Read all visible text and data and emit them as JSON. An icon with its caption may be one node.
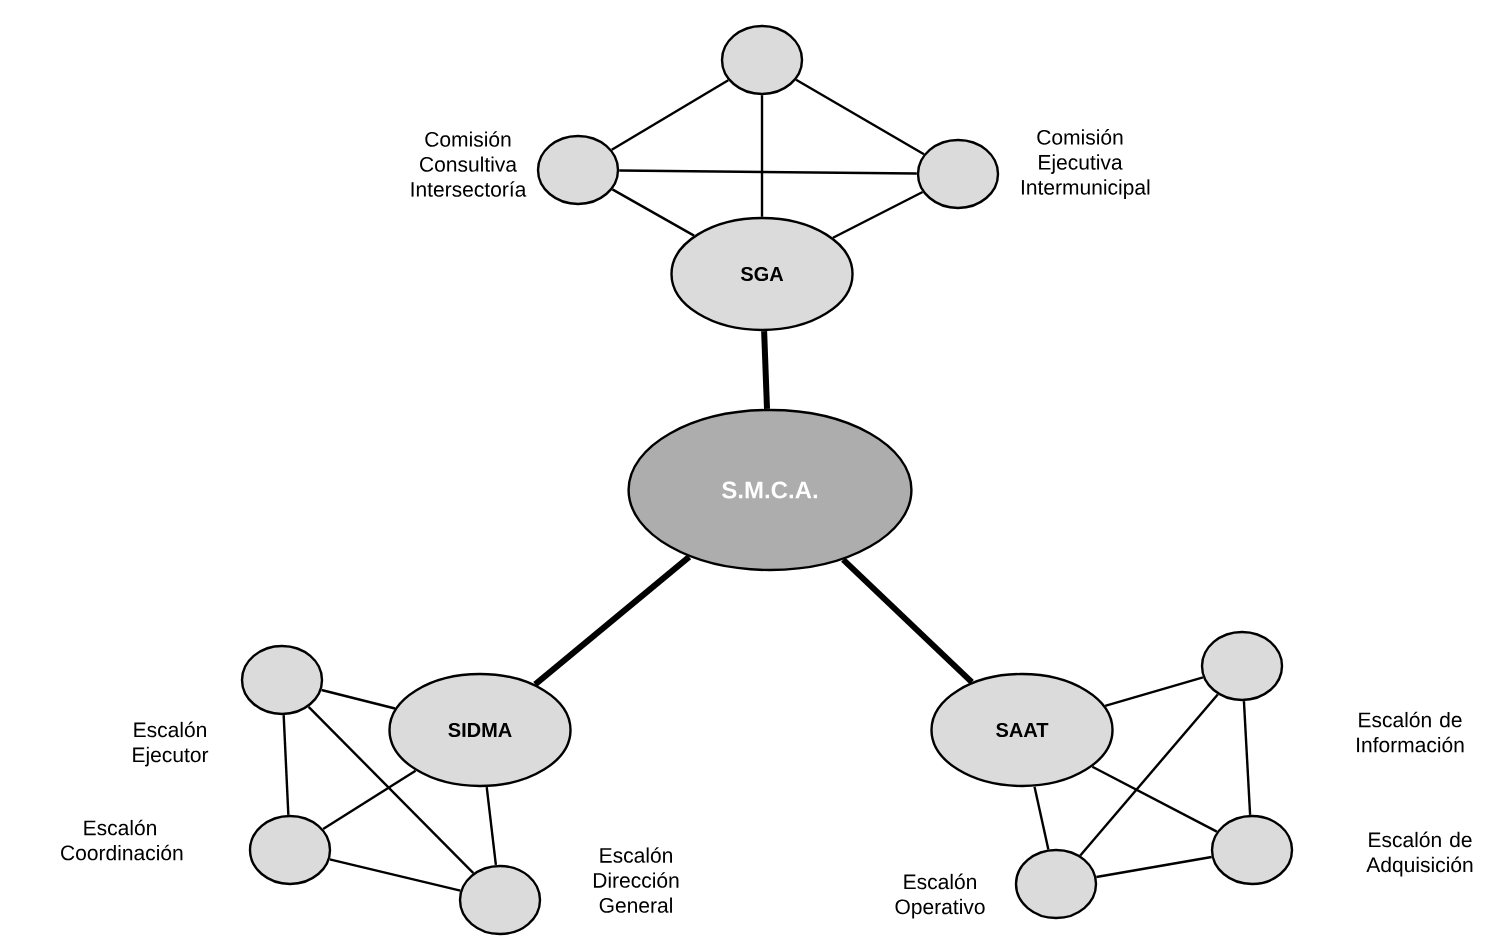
{
  "diagram": {
    "nodes": [
      {
        "text": [
          "S.M.C.A."
        ]
      },
      {
        "text": [
          "SGA"
        ]
      },
      {
        "text": [],
        "shape": "circle"
      },
      {
        "text": [],
        "shape": "circle",
        "beside": [
          "Comisión Consultiva Intersectoría"
        ]
      },
      {
        "text": [],
        "shape": "circle",
        "beside": [
          "Comisión Ejecutiva Intermunicipal"
        ]
      },
      {
        "text": [
          "SIDMA"
        ]
      },
      {
        "text": [],
        "shape": "circle",
        "beside": [
          "Escalón Ejecutor"
        ]
      },
      {
        "text": [],
        "shape": "circle",
        "beside": [
          "Escalón Coordinación"
        ]
      },
      {
        "text": [],
        "shape": "circle",
        "beside": [
          "Escalón Dirección General"
        ]
      },
      {
        "text": [
          "SAAT"
        ]
      },
      {
        "text": [],
        "shape": "circle",
        "beside": [
          "Escalón de Información"
        ]
      },
      {
        "text": [],
        "shape": "circle",
        "beside": [
          "Escalón de Adquisición"
        ]
      },
      {
        "text": [],
        "shape": "circle",
        "beside": [
          "Escalón Operativo"
        ]
      }
    ],
    "edges": [
      {
        "from": 0,
        "to": 1,
        "arrow": "none",
        "style": "thick"
      },
      {
        "from": 0,
        "to": 5,
        "arrow": "none",
        "style": "thick"
      },
      {
        "from": 0,
        "to": 9,
        "arrow": "none",
        "style": "thick"
      },
      {
        "from": 2,
        "to": 3,
        "arrow": "none"
      },
      {
        "from": 2,
        "to": 1,
        "arrow": "none"
      },
      {
        "from": 2,
        "to": 4,
        "arrow": "none"
      },
      {
        "from": 3,
        "to": 4,
        "arrow": "none"
      },
      {
        "from": 3,
        "to": 1,
        "arrow": "none"
      },
      {
        "from": 4,
        "to": 1,
        "arrow": "none"
      },
      {
        "from": 6,
        "to": 5,
        "arrow": "none"
      },
      {
        "from": 6,
        "to": 7,
        "arrow": "none"
      },
      {
        "from": 6,
        "to": 8,
        "arrow": "none"
      },
      {
        "from": 7,
        "to": 5,
        "arrow": "none"
      },
      {
        "from": 7,
        "to": 8,
        "arrow": "none"
      },
      {
        "from": 5,
        "to": 8,
        "arrow": "none"
      },
      {
        "from": 9,
        "to": 10,
        "arrow": "none"
      },
      {
        "from": 9,
        "to": 12,
        "arrow": "none"
      },
      {
        "from": 9,
        "to": 11,
        "arrow": "none"
      },
      {
        "from": 10,
        "to": 11,
        "arrow": "none"
      },
      {
        "from": 10,
        "to": 12,
        "arrow": "none"
      },
      {
        "from": 12,
        "to": 11,
        "arrow": "none"
      }
    ]
  }
}
